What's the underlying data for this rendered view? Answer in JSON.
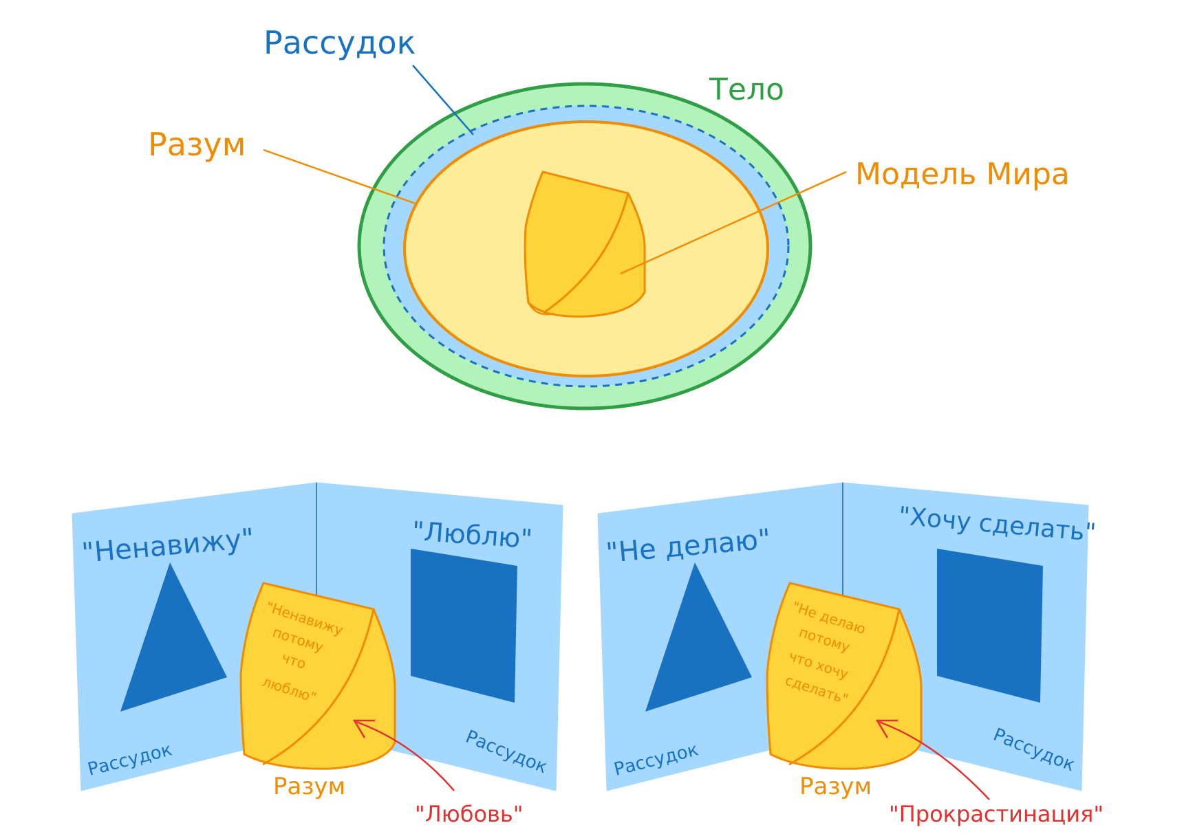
{
  "colors": {
    "body_green": "#2f9e44",
    "body_fill": "#b2f2bb",
    "reason_blue": "#1971c2",
    "reason_fill": "#a5d8ff",
    "mind_orange": "#f08c00",
    "mind_fill": "#ffec99",
    "model_fill": "#ffd43b",
    "arrow_red": "#e03131",
    "panel_fill": "#a5d8ff",
    "shape_fill": "#1971c2"
  },
  "top_diagram": {
    "label_reason": "Рассудок",
    "label_body": "Тело",
    "label_mind": "Разум",
    "label_world_model": "Модель Мира"
  },
  "scenes": [
    {
      "left_panel_title": "\"Ненавижу\"",
      "right_panel_title": "\"Люблю\"",
      "left_panel_caption": "Рассудок",
      "right_panel_caption": "Рассудок",
      "cylinder_text": [
        "\"Ненавижу",
        "потому",
        "что",
        "люблю\""
      ],
      "mind_label": "Разум",
      "result_label": "\"Любовь\""
    },
    {
      "left_panel_title": "\"Не делаю\"",
      "right_panel_title": "\"Хочу сделать\"",
      "left_panel_caption": "Рассудок",
      "right_panel_caption": "Рассудок",
      "cylinder_text": [
        "\"Не делаю",
        "потому",
        "что хочу",
        "сделать\""
      ],
      "mind_label": "Разум",
      "result_label": "\"Прокрастинация\""
    }
  ]
}
